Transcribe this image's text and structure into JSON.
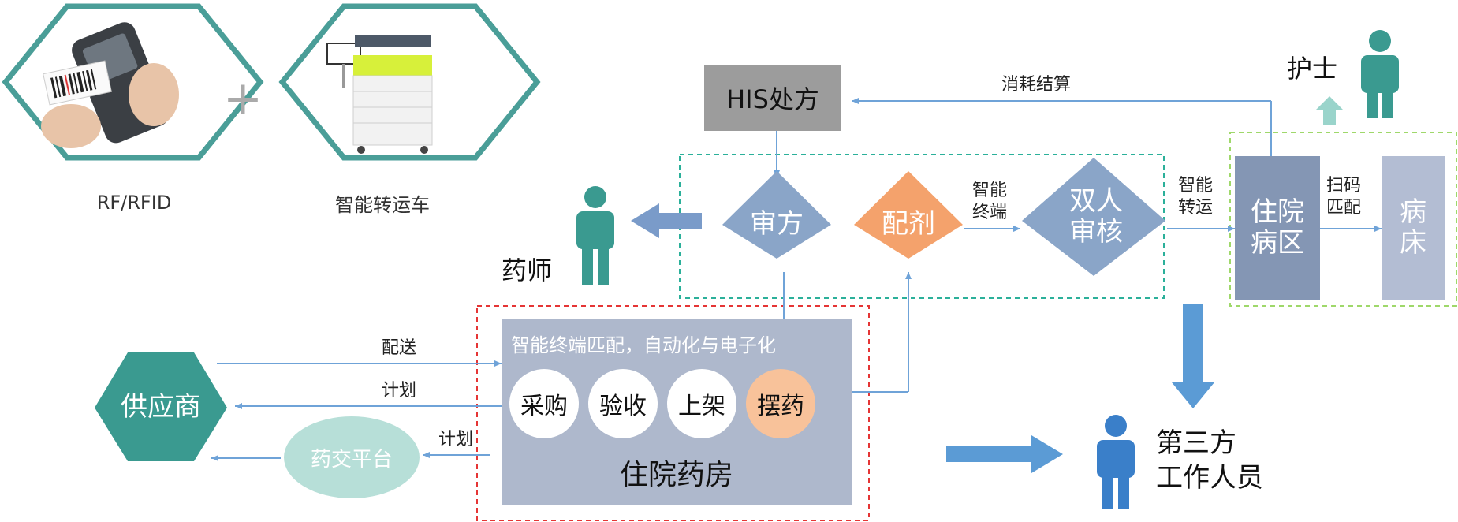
{
  "devices": {
    "rfid_label": "RF/RFID",
    "plus": "+",
    "cart_label": "智能转运车"
  },
  "nodes": {
    "his": "HIS处方",
    "review": "审方",
    "dispense": "配剂",
    "double_check": [
      "双人",
      "审核"
    ],
    "ward": [
      "住院",
      "病区"
    ],
    "bed": [
      "病",
      "床"
    ],
    "supplier": "供应商",
    "platform": "药交平台"
  },
  "edges": {
    "consume_settle": "消耗结算",
    "smart_terminal": [
      "智能",
      "终端"
    ],
    "smart_transport": [
      "智能",
      "转运"
    ],
    "scan_match": [
      "扫码",
      "匹配"
    ],
    "delivery": "配送",
    "plan1": "计划",
    "plan2": "计划"
  },
  "roles": {
    "pharmacist": "药师",
    "nurse": "护士",
    "third_party": [
      "第三方",
      "工作人员"
    ]
  },
  "pharmacy": {
    "header": "智能终端匹配，自动化与电子化",
    "steps": [
      "采购",
      "验收",
      "上架",
      "摆药"
    ],
    "title": "住院药房"
  },
  "colors": {
    "teal": "#3a9a90",
    "steel_blue": "#8aa5c8",
    "orange": "#f4a26c",
    "grey_box": "#9c9c9c",
    "slate": "#8496b4",
    "light_slate": "#b3bdd3",
    "pharmacy_bg": "#aeb8cc",
    "arrow_blue": "#5b9bd5",
    "line_blue": "#6fa3d8"
  }
}
